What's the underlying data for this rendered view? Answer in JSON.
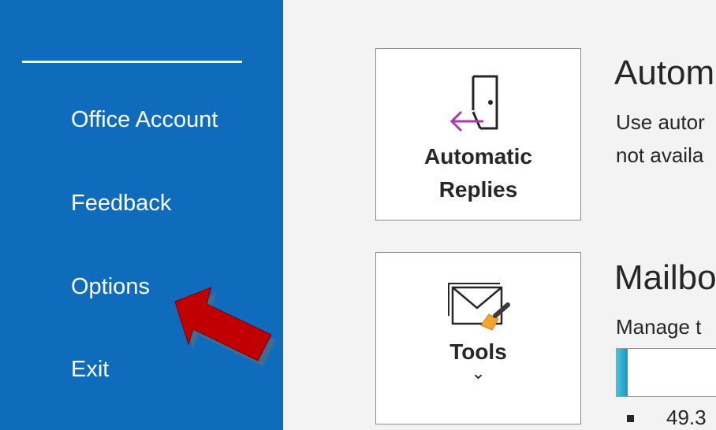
{
  "sidebar": {
    "bg_color": "#0f6cbd",
    "items": [
      {
        "label": "Office Account"
      },
      {
        "label": "Feedback"
      },
      {
        "label": "Options"
      },
      {
        "label": "Exit"
      }
    ]
  },
  "annotation": {
    "icon": "red-arrow-pointer",
    "color": "#c00000",
    "target": "Options"
  },
  "main": {
    "automatic_replies": {
      "card_line1": "Automatic",
      "card_line2": "Replies",
      "icon": "door-exit-arrow-icon",
      "title": "Autom",
      "desc_line1": "Use autor",
      "desc_line2": "not availa"
    },
    "mailbox": {
      "card_label": "Tools",
      "chevron": "⌄",
      "icon": "envelope-broom-icon",
      "title": "Mailbo",
      "desc_line1": "Manage t",
      "usage_fraction": 0.1,
      "bullet_text": "49.3"
    }
  }
}
